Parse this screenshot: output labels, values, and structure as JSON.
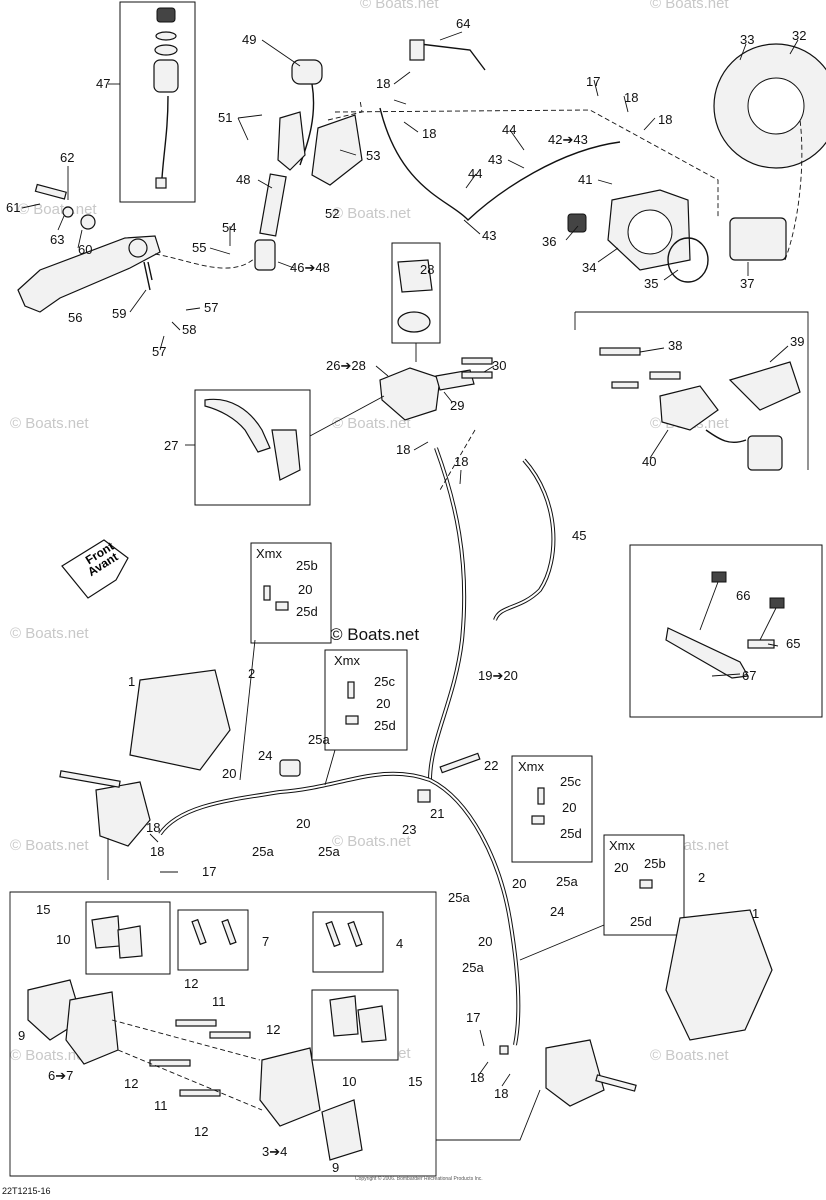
{
  "diagram_id": "22T1215-16",
  "watermark": "© Boats.net",
  "copyright_fine_print": "Copyright © 2006. Bombardier Recreational Products Inc.",
  "insets": {
    "xmx": "Xmx"
  },
  "callouts": {
    "c1": "1",
    "c2": "2",
    "c3to4": "3➔4",
    "c4": "4",
    "c6to7": "6➔7",
    "c7": "7",
    "c9": "9",
    "c10": "10",
    "c11": "11",
    "c12": "12",
    "c15": "15",
    "c17": "17",
    "c18": "18",
    "c19to20": "19➔20",
    "c20": "20",
    "c21": "21",
    "c22": "22",
    "c23": "23",
    "c24": "24",
    "c25a": "25a",
    "c25b": "25b",
    "c25c": "25c",
    "c25d": "25d",
    "c26to28": "26➔28",
    "c27": "27",
    "c28": "28",
    "c29": "29",
    "c30": "30",
    "c32": "32",
    "c33": "33",
    "c34": "34",
    "c35": "35",
    "c36": "36",
    "c37": "37",
    "c38": "38",
    "c39": "39",
    "c40": "40",
    "c41": "41",
    "c42to43": "42➔43",
    "c43": "43",
    "c44": "44",
    "c45": "45",
    "c46to48": "46➔48",
    "c47": "47",
    "c48": "48",
    "c49": "49",
    "c51": "51",
    "c52": "52",
    "c53": "53",
    "c54": "54",
    "c55": "55",
    "c56": "56",
    "c57": "57",
    "c58": "58",
    "c59": "59",
    "c60": "60",
    "c61": "61",
    "c62": "62",
    "c63": "63",
    "c64": "64",
    "c65": "65",
    "c66": "66",
    "c67": "67"
  },
  "front_arrow": {
    "line1": "Front",
    "line2": "Avant"
  }
}
